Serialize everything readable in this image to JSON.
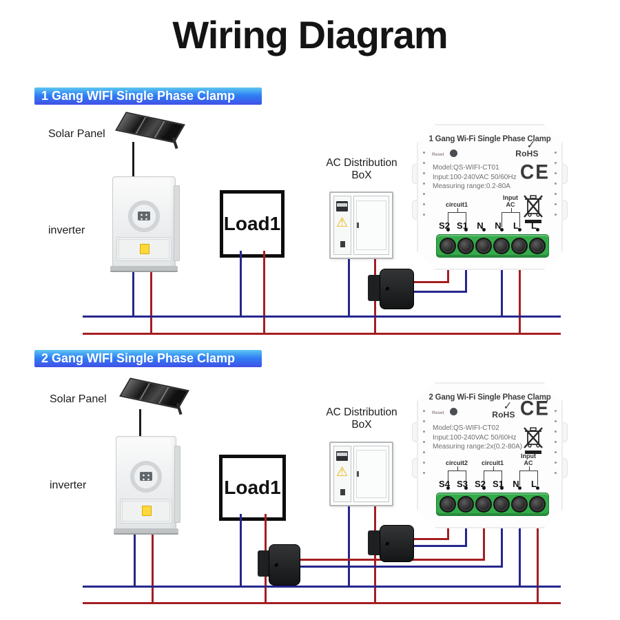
{
  "title": "Wiring Diagram",
  "colors": {
    "wire_blue": "#26268C",
    "wire_red": "#A31E22",
    "banner_top": "#5BC6F2",
    "banner_mid": "#2F7DF4",
    "banner_bottom": "#4150E6",
    "terminal_green": "#34AB4A"
  },
  "sections": [
    {
      "banner": "1 Gang WlFl Single Phase Clamp",
      "solar_panel_label": "Solar Panel",
      "inverter_label": "inverter",
      "load_label": "Load1",
      "ac_box_label": "AC Distribution\nBoX",
      "module": {
        "title": "1 Gang Wi-Fi Single Phase Clamp",
        "reset_label": "Reset",
        "check_icon": "✓",
        "rohs_label": "RoHS",
        "ce_label": "CE",
        "model": "Model:QS-WIFI-CT01",
        "input": "Input:100-240VAC 50/60Hz",
        "range": "Measuring range:0.2-80A",
        "groups": [
          {
            "label": "circuit1"
          },
          {
            "label": "Input\nAC"
          }
        ],
        "terminals": [
          "S2",
          "S1",
          "N",
          "N",
          "L",
          "L"
        ]
      }
    },
    {
      "banner": "2 Gang WlFl Single Phase Clamp",
      "solar_panel_label": "Solar Panel",
      "inverter_label": "inverter",
      "load_label": "Load1",
      "ac_box_label": "AC Distribution\nBoX",
      "module": {
        "title": "2 Gang Wi-Fi Single Phase Clamp",
        "reset_label": "Reset",
        "check_icon": "✓",
        "rohs_label": "RoHS",
        "ce_label": "CE",
        "model": "Model:QS-WIFI-CT02",
        "input": "Input:100-240VAC 50/60Hz",
        "range": "Measuring range:2x(0.2-80A)",
        "groups": [
          {
            "label": "circuit2"
          },
          {
            "label": "circuit1"
          },
          {
            "label": "Input\nAC"
          }
        ],
        "terminals": [
          "S4",
          "S3",
          "S2",
          "S1",
          "N",
          "L"
        ]
      }
    }
  ]
}
